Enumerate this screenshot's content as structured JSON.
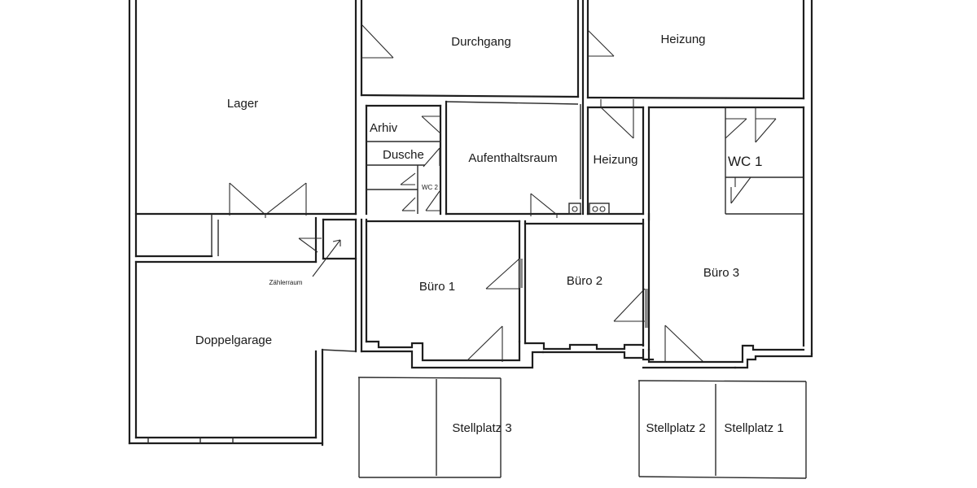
{
  "plan": {
    "rooms": {
      "lager": "Lager",
      "durchgang": "Durchgang",
      "heizung_top": "Heizung",
      "arhiv": "Arhiv",
      "dusche": "Dusche",
      "wc2": "WC 2",
      "aufenthaltsraum": "Aufenthaltsraum",
      "heizung_mid": "Heizung",
      "wc1": "WC 1",
      "zaehlerraum": "Zählerraum",
      "buero1": "Büro 1",
      "buero2": "Büro 2",
      "buero3": "Büro 3",
      "doppelgarage": "Doppelgarage",
      "stellplatz3": "Stellplatz 3",
      "stellplatz2": "Stellplatz 2",
      "stellplatz1": "Stellplatz 1"
    },
    "colors": {
      "line": "#1e1e1e",
      "background": "#ffffff",
      "hatch": "#8a8a8a"
    }
  }
}
